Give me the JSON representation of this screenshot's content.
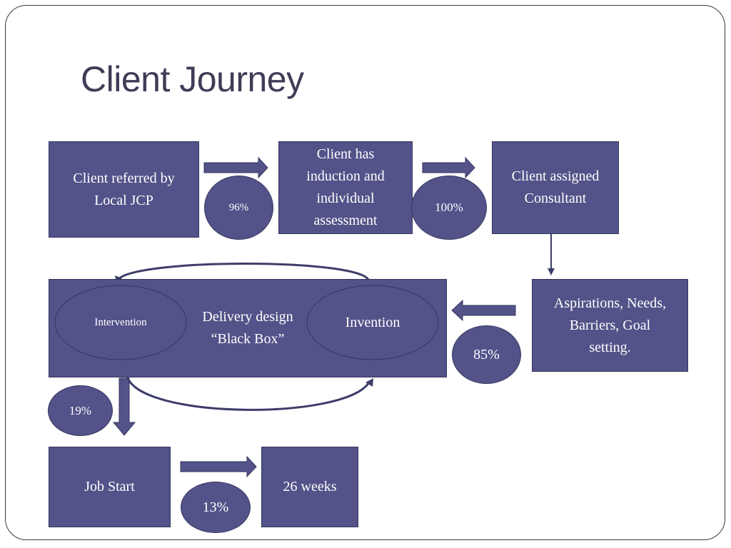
{
  "slide": {
    "title": "Client Journey"
  },
  "boxes": {
    "referred": "Client referred by\nLocal JCP",
    "induction": "Client has\ninduction and\nindividual\nassessment",
    "consultant": "Client assigned\nConsultant",
    "aspirations": "Aspirations, Needs,\nBarriers, Goal\nsetting.",
    "delivery": "Delivery design\n“Black Box”",
    "job_start": "Job Start",
    "weeks": "26 weeks"
  },
  "ellipses": {
    "intervention": "Intervention",
    "invention": "Invention"
  },
  "percentages": {
    "referred_to_induction": "96%",
    "induction_to_consultant": "100%",
    "aspirations_to_delivery": "85%",
    "delivery_to_job_start": "19%",
    "job_start_to_weeks": "13%"
  },
  "colors": {
    "shape_fill": "#53538a",
    "shape_border": "#35355e",
    "title_text": "#3d3d57"
  }
}
